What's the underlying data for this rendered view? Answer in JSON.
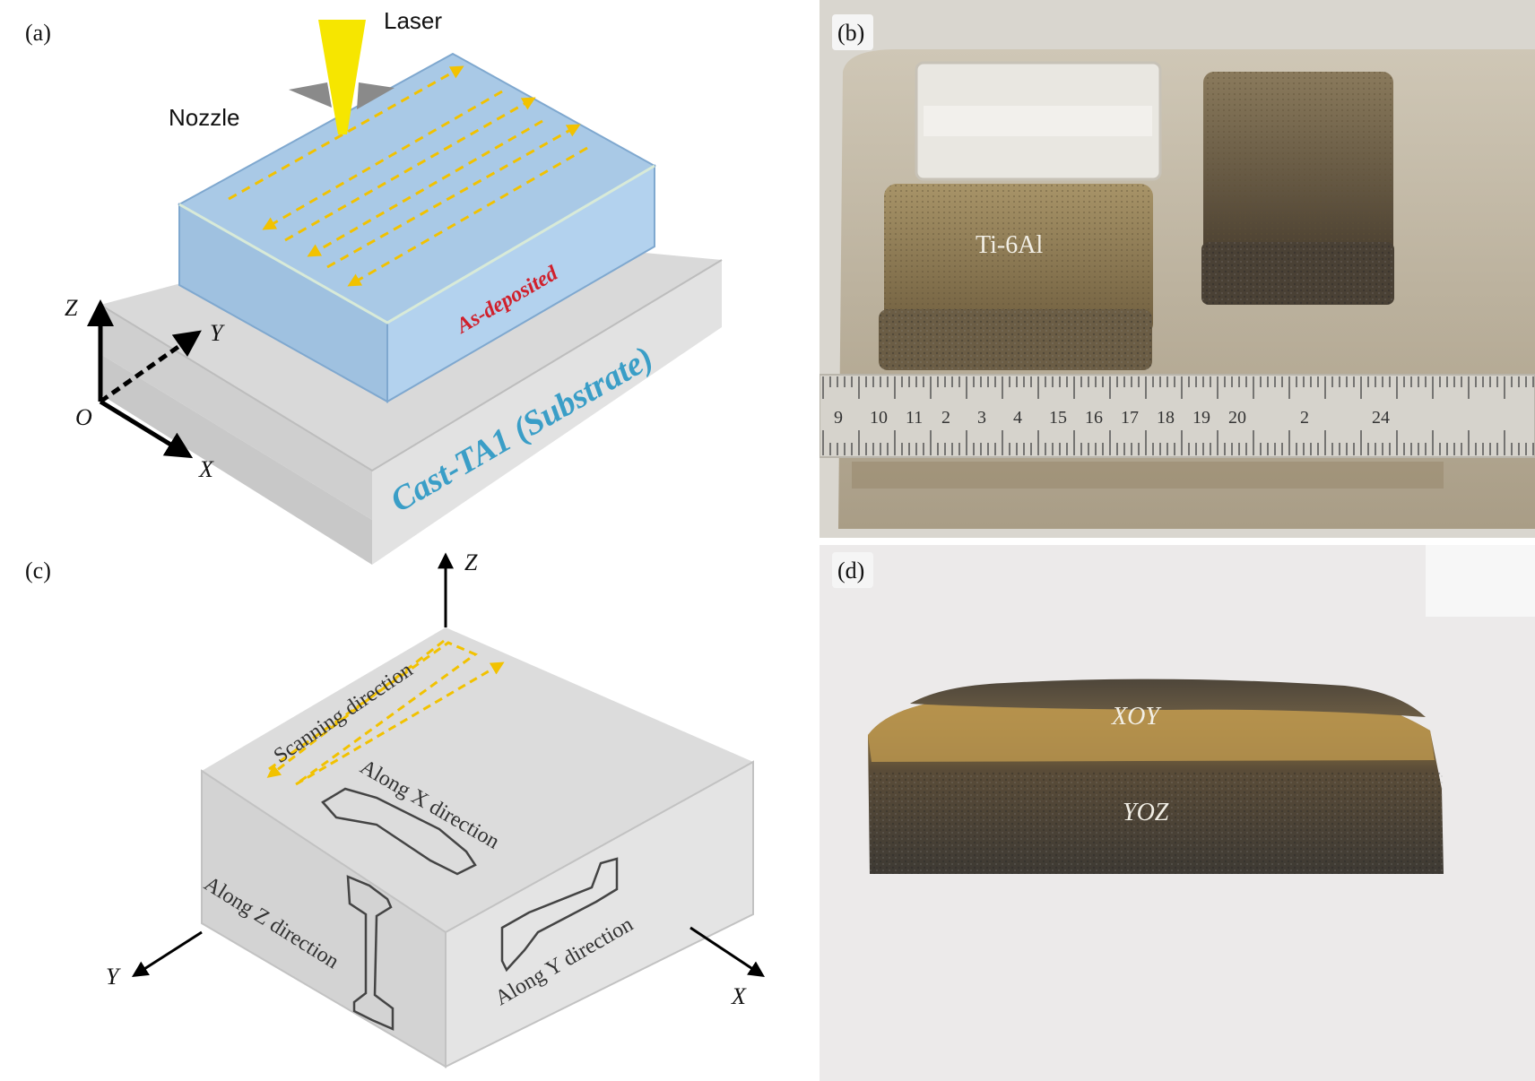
{
  "panels": {
    "a": {
      "label": "(a)",
      "laser": "Laser",
      "nozzle": "Nozzle",
      "deposit_label": "As-deposited",
      "substrate_label": "Cast-TA1 (Substrate)",
      "axis_z": "Z",
      "axis_y": "Y",
      "axis_x": "X",
      "origin": "O"
    },
    "b": {
      "label": "(b)",
      "sample_label": "Ti-6Al",
      "ruler_numbers": [
        "9",
        "10",
        "11",
        "2",
        "3",
        "4",
        "15",
        "16",
        "17",
        "18",
        "19",
        "20",
        "2",
        "24"
      ]
    },
    "c": {
      "label": "(c)",
      "axis_z": "Z",
      "axis_y": "Y",
      "axis_x": "X",
      "scanning": "Scanning direction",
      "along_x": "Along X direction",
      "along_z": "Along Z direction",
      "along_y": "Along Y direction"
    },
    "d": {
      "label": "(d)",
      "top_face": "XOY",
      "side_face": "YOZ"
    }
  },
  "colors": {
    "deposit_top": "#a9c9e6",
    "deposit_side": "#b3d2ee",
    "substrate": "#dedede",
    "scan_arrow": "#f2c200",
    "laser": "#f6e600",
    "substrate_text": "#3a9ec7",
    "deposit_text": "#d0202c",
    "photo_bg": "#d9d6cf"
  }
}
